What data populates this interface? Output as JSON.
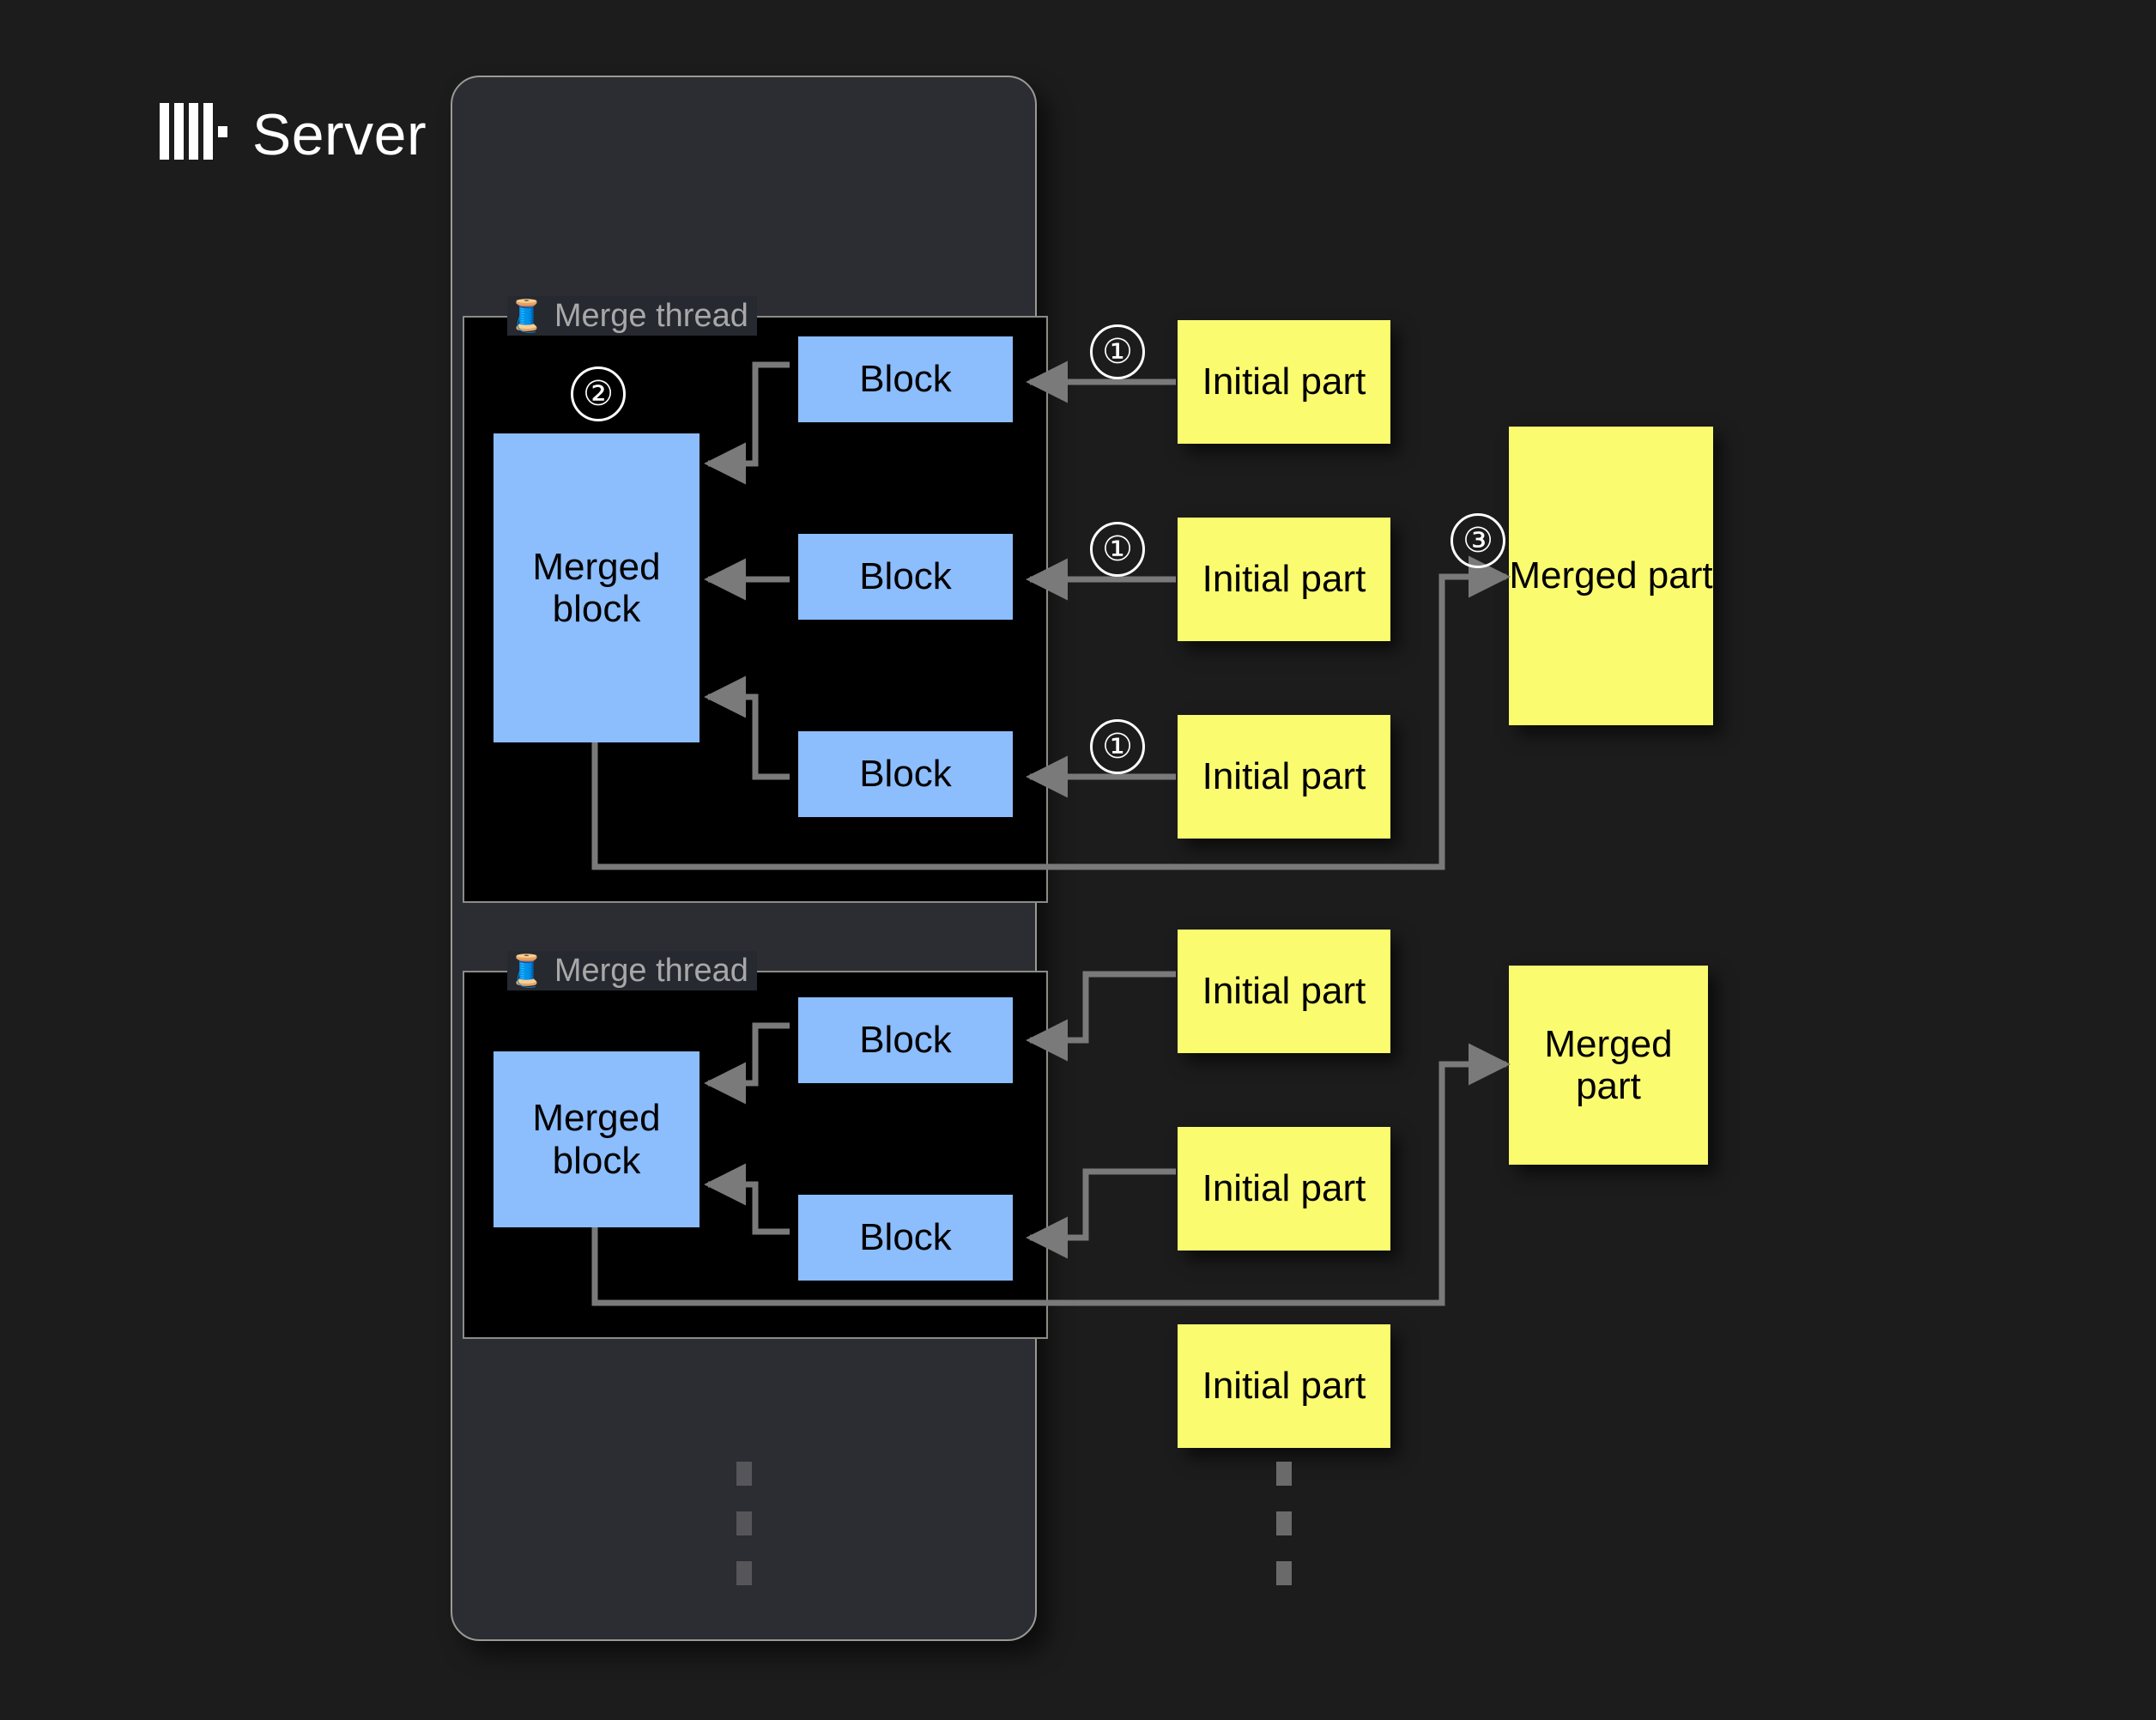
{
  "server": {
    "title": "Server",
    "logo_icon": "clickhouse-logo-icon"
  },
  "threads": [
    {
      "label": "Merge thread",
      "icon": "thread-spool-icon",
      "merged_block_label": "Merged block",
      "blocks": [
        "Block",
        "Block",
        "Block"
      ]
    },
    {
      "label": "Merge thread",
      "icon": "thread-spool-icon",
      "merged_block_label": "Merged block",
      "blocks": [
        "Block",
        "Block"
      ]
    }
  ],
  "initial_parts": [
    "Initial part",
    "Initial part",
    "Initial part",
    "Initial part",
    "Initial part",
    "Initial part"
  ],
  "merged_parts": [
    "Merged part",
    "Merged part"
  ],
  "steps": {
    "one_a": "①",
    "one_b": "①",
    "one_c": "①",
    "two": "②",
    "three": "③"
  },
  "colors": {
    "background": "#1c1c1c",
    "server_card": "#2b2d33",
    "server_border": "#9a9a94",
    "thread_panel": "#000000",
    "thread_border": "#8b8b86",
    "block_blue": "#8cbdfc",
    "part_yellow": "#fbfb70",
    "wire": "#7a7a7a",
    "label_text": "#a8a8a8",
    "title_text": "#ffffff"
  }
}
